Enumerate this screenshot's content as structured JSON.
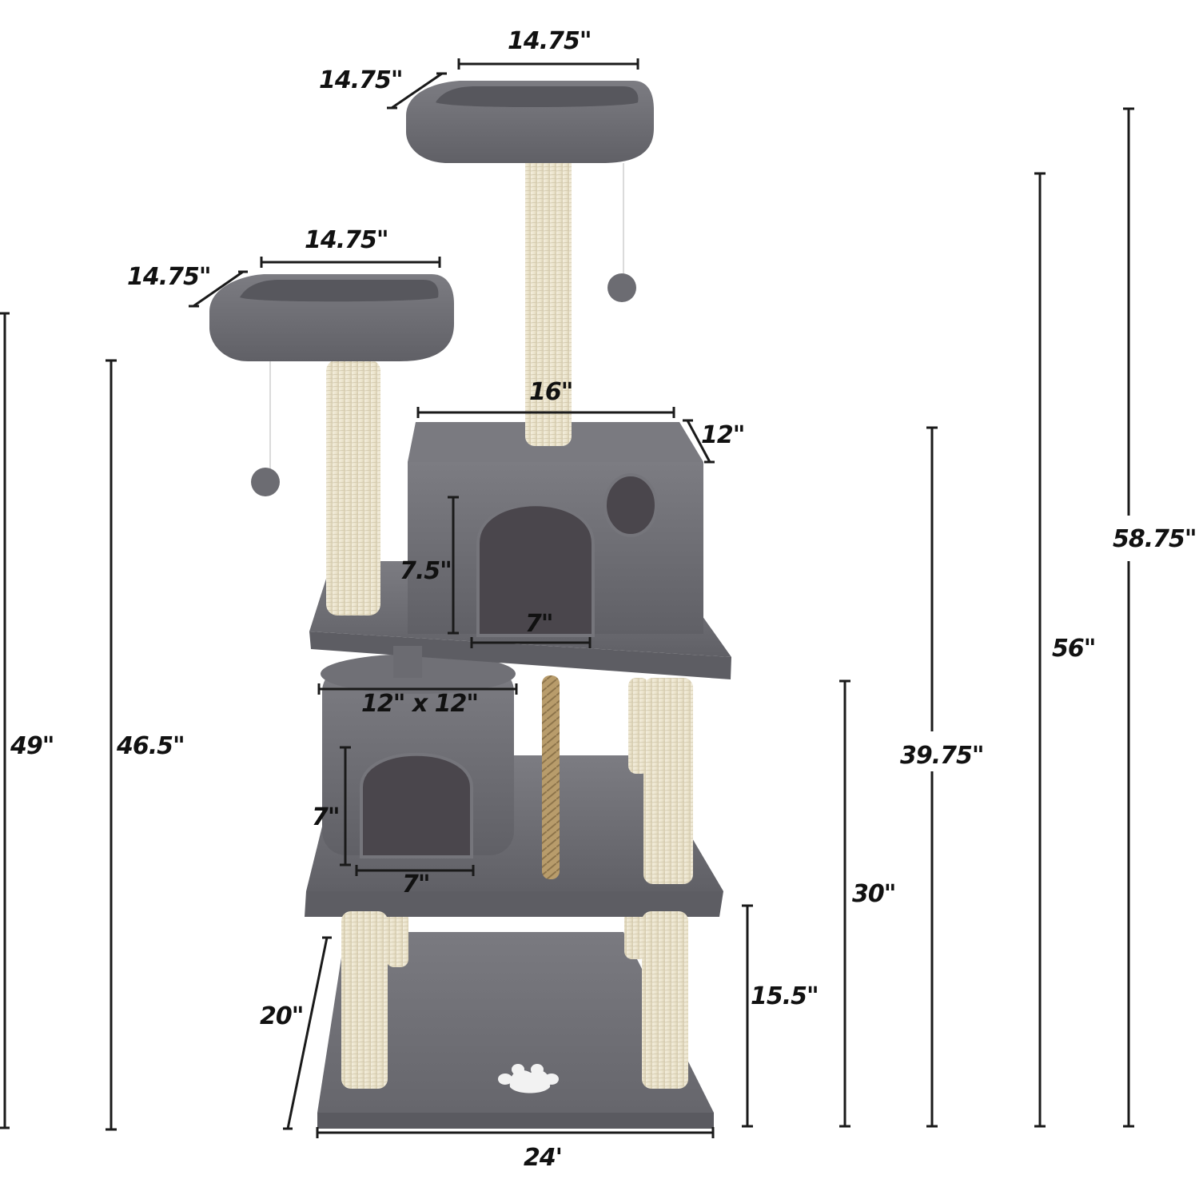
{
  "diagram": {
    "subject": "Cat tree with dimensions",
    "colors": {
      "plush": "#6e6e74",
      "plush_dark": "#55555b",
      "plush_light": "#85858b",
      "opening": "#4a464c",
      "sisal": "#ece5d0",
      "sisal_shade": "#d8cfb5",
      "rope": "#b59a6a",
      "paw_print": "#f2f2f2",
      "dimension_line": "#1a1a1a",
      "background": "#ffffff"
    },
    "components": [
      "top perch bed",
      "upper-left perch bed",
      "hanging pom-pom toys (2)",
      "sisal scratching posts",
      "upper condo box with arched door and round porthole",
      "middle platform",
      "round barrel condo",
      "hanging sisal rope",
      "lower platform",
      "base board with paw print"
    ]
  },
  "dimensions": {
    "top_perch_width": "14.75\"",
    "top_perch_depth": "14.75\"",
    "left_perch_width": "14.75\"",
    "left_perch_depth": "14.75\"",
    "condo_width": "16\"",
    "condo_depth": "12\"",
    "condo_door_height": "7.5\"",
    "condo_door_width": "7\"",
    "barrel_size": "12\" x 12\"",
    "barrel_door_height": "7\"",
    "barrel_door_width": "7\"",
    "base_depth": "20\"",
    "base_width": "24'",
    "lower_platform_height": "15.5\"",
    "middle_platform_height": "30\"",
    "condo_top_height": "39.75\"",
    "left_perch_height_a": "49\"",
    "left_perch_height_b": "46.5\"",
    "top_perch_height_a": "56\"",
    "top_perch_height_b": "58.75\""
  }
}
